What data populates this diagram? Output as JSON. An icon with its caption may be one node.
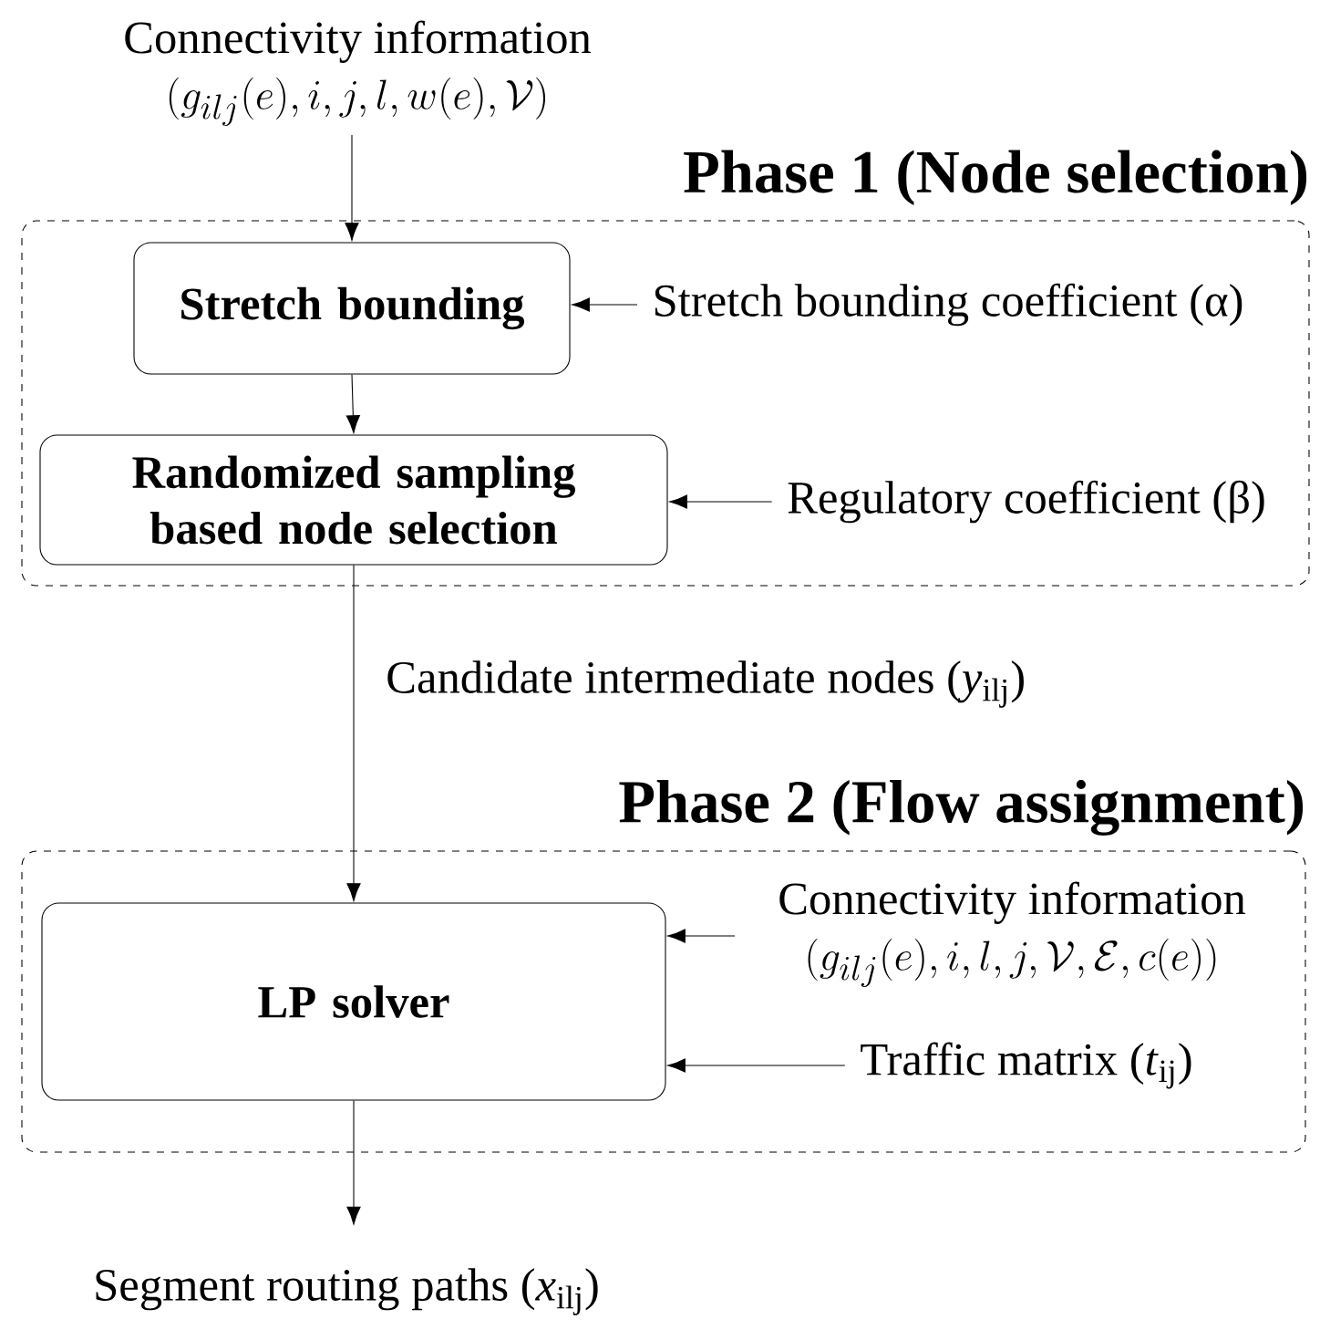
{
  "diagram": {
    "nodes": [
      {
        "text": [
          "Phase 1 (Node selection)"
        ]
      },
      {
        "text": [
          "Stretch bounding"
        ],
        "in": 0
      },
      {
        "text": [
          "Randomized sampling based node selection"
        ],
        "in": 0
      },
      {
        "text": [
          "Phase 2 (Flow assignment)"
        ]
      },
      {
        "text": [
          "LP solver"
        ],
        "in": 3
      },
      {
        "text": [
          "Connectivity information",
          "(g_{ilj}(e),i,j,l,w(e),\\mathcal{V})"
        ]
      },
      {
        "text": [
          "Stretch bounding coefficient (α)"
        ],
        "in": 0
      },
      {
        "text": [
          "Regulatory coefficient (β)"
        ],
        "in": 0
      },
      {
        "text": [
          "Connectivity information",
          "(g_{ilj}(e),i,l,j,\\mathcal{V},\\mathcal{E},c(e))"
        ],
        "in": 3
      },
      {
        "text": [
          "Traffic matrix (*t*$_{ij}$)"
        ],
        "in": 3
      },
      {
        "text": [
          "Segment routing paths (*x*$_{ilj}$)"
        ]
      }
    ],
    "edges": [
      {
        "from": 5,
        "to": 1,
        "arrow": "to"
      },
      {
        "from": 6,
        "to": 1,
        "arrow": "to"
      },
      {
        "from": 1,
        "to": 2,
        "arrow": "to"
      },
      {
        "from": 7,
        "to": 2,
        "arrow": "to"
      },
      {
        "from": 2,
        "to": 4,
        "arrow": "to",
        "label": "Candidate intermediate nodes (*y*$_{ilj}$)"
      },
      {
        "from": 8,
        "to": 4,
        "arrow": "to"
      },
      {
        "from": 9,
        "to": 4,
        "arrow": "to"
      },
      {
        "from": 4,
        "to": 10,
        "arrow": "to"
      }
    ]
  }
}
